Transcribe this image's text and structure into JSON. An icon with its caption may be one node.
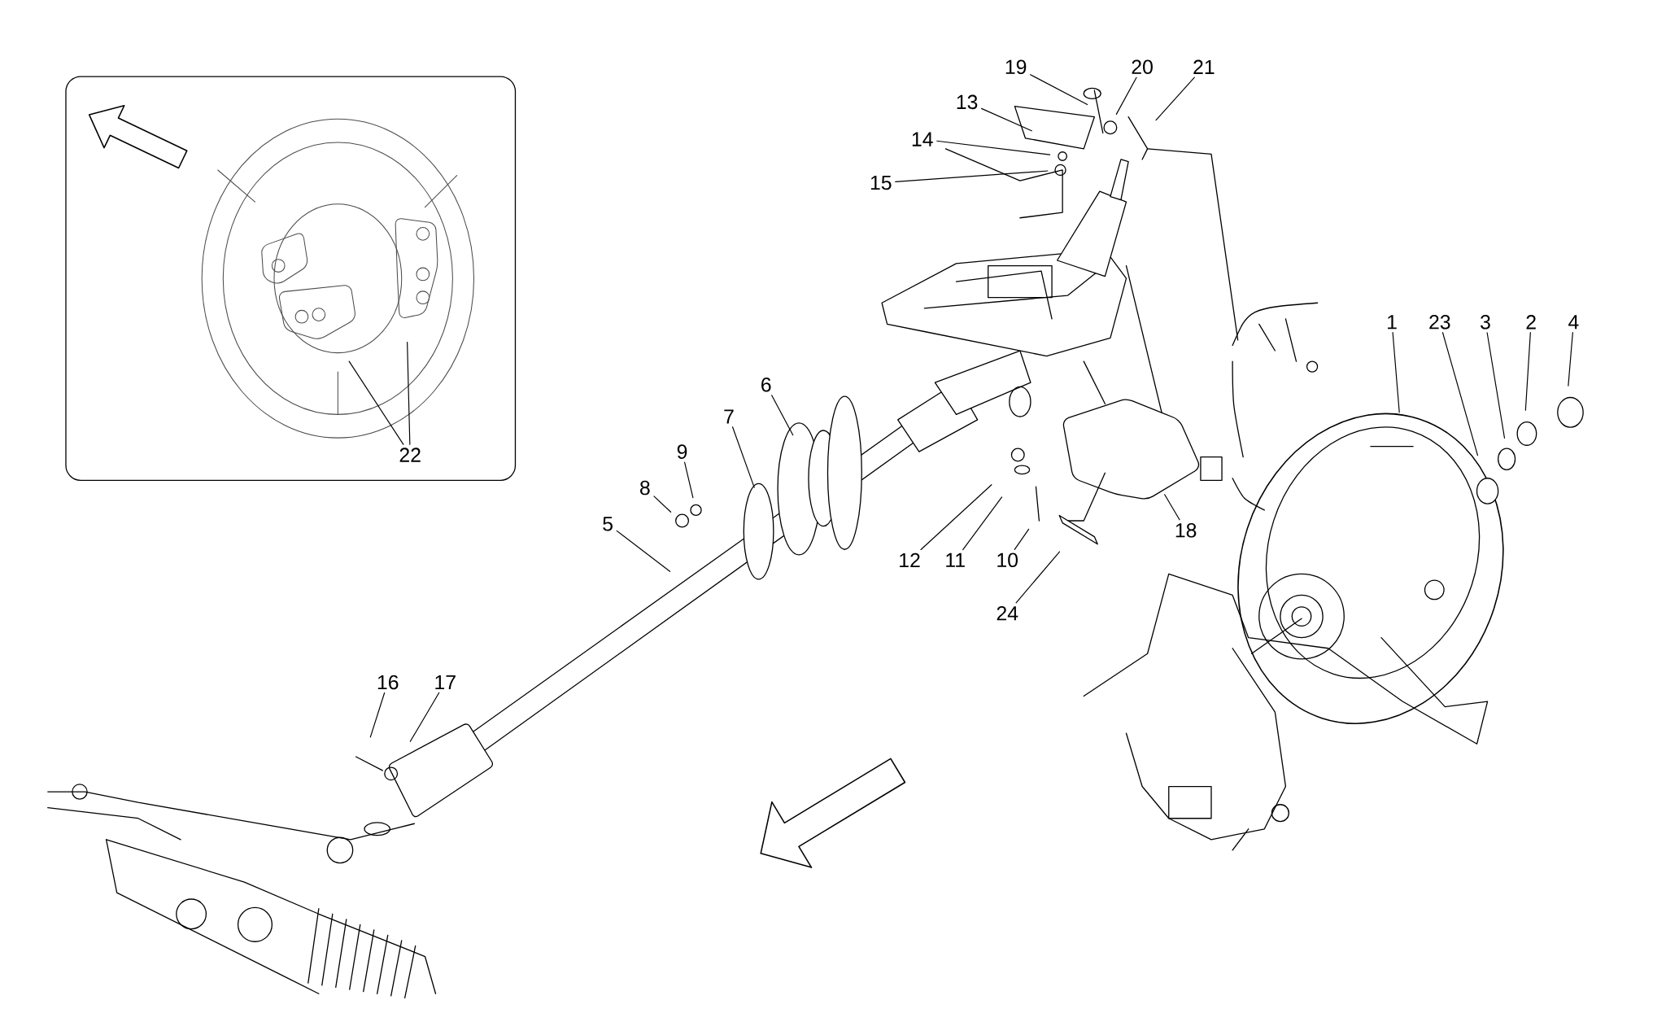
{
  "diagram": {
    "nodes": [
      {
        "text": [
          "19"
        ]
      },
      {
        "text": [
          "20"
        ]
      },
      {
        "text": [
          "21"
        ]
      },
      {
        "text": [
          "13"
        ]
      },
      {
        "text": [
          "14"
        ]
      },
      {
        "text": [
          "15"
        ]
      },
      {
        "text": [
          "1"
        ]
      },
      {
        "text": [
          "23"
        ]
      },
      {
        "text": [
          "3"
        ]
      },
      {
        "text": [
          "2"
        ]
      },
      {
        "text": [
          "4"
        ]
      },
      {
        "text": [
          "6"
        ]
      },
      {
        "text": [
          "7"
        ]
      },
      {
        "text": [
          "9"
        ]
      },
      {
        "text": [
          "22"
        ]
      },
      {
        "text": [
          "8"
        ]
      },
      {
        "text": [
          "5"
        ]
      },
      {
        "text": [
          "18"
        ]
      },
      {
        "text": [
          "12"
        ]
      },
      {
        "text": [
          "11"
        ]
      },
      {
        "text": [
          "10"
        ]
      },
      {
        "text": [
          "24"
        ]
      },
      {
        "text": [
          "16"
        ]
      },
      {
        "text": [
          "17"
        ]
      }
    ],
    "edges": [
      {
        "from": 0,
        "to": null,
        "arrow": "none"
      },
      {
        "from": 1,
        "to": null,
        "arrow": "none"
      },
      {
        "from": 2,
        "to": null,
        "arrow": "none"
      },
      {
        "from": 3,
        "to": null,
        "arrow": "none"
      },
      {
        "from": 4,
        "to": null,
        "arrow": "none"
      },
      {
        "from": 5,
        "to": null,
        "arrow": "none"
      },
      {
        "from": 6,
        "to": null,
        "arrow": "none"
      },
      {
        "from": 7,
        "to": null,
        "arrow": "none"
      },
      {
        "from": 8,
        "to": null,
        "arrow": "none"
      },
      {
        "from": 9,
        "to": null,
        "arrow": "none"
      },
      {
        "from": 10,
        "to": null,
        "arrow": "none"
      },
      {
        "from": 11,
        "to": null,
        "arrow": "none"
      },
      {
        "from": 12,
        "to": null,
        "arrow": "none"
      },
      {
        "from": 13,
        "to": null,
        "arrow": "none"
      },
      {
        "from": 14,
        "to": null,
        "arrow": "none"
      },
      {
        "from": 14,
        "to": null,
        "arrow": "none"
      },
      {
        "from": 15,
        "to": null,
        "arrow": "none"
      },
      {
        "from": 16,
        "to": null,
        "arrow": "none"
      },
      {
        "from": 17,
        "to": null,
        "arrow": "none"
      },
      {
        "from": 18,
        "to": null,
        "arrow": "none"
      },
      {
        "from": 19,
        "to": null,
        "arrow": "none"
      },
      {
        "from": 20,
        "to": null,
        "arrow": "none"
      },
      {
        "from": 21,
        "to": null,
        "arrow": "none"
      },
      {
        "from": 22,
        "to": null,
        "arrow": "none"
      },
      {
        "from": 23,
        "to": null,
        "arrow": "none"
      }
    ]
  }
}
